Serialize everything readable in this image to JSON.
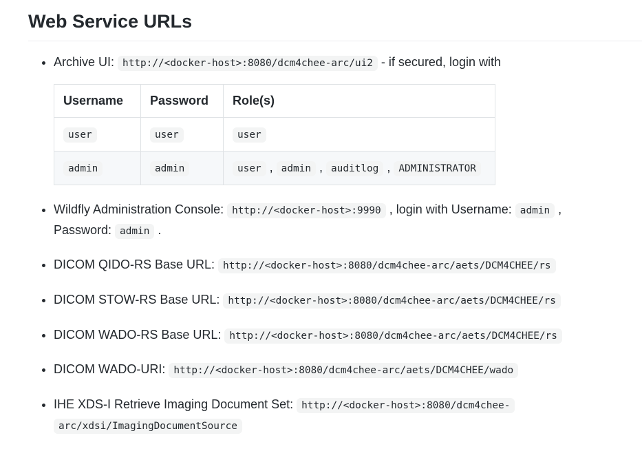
{
  "heading": {
    "text": "Web Service URLs"
  },
  "colors": {
    "text": "#24292e",
    "code_bg": "#f3f4f4",
    "table_border": "#dfe2e5",
    "row_stripe": "#f6f8fa",
    "heading_rule": "#eaecef"
  },
  "bullets": {
    "archive": {
      "label": "Archive UI: ",
      "code": "http://<docker-host>:8080/dcm4chee-arc/ui2",
      "suffix": " - if secured, login with"
    },
    "wildfly": {
      "label": "Wildfly Administration Console: ",
      "code": "http://<docker-host>:9990",
      "mid1": " , login with Username: ",
      "username_code": "admin",
      "mid2": " , Password: ",
      "password_code": "admin",
      "suffix": " ."
    },
    "qido": {
      "label": "DICOM QIDO-RS Base URL: ",
      "code": "http://<docker-host>:8080/dcm4chee-arc/aets/DCM4CHEE/rs"
    },
    "stow": {
      "label": "DICOM STOW-RS Base URL: ",
      "code": "http://<docker-host>:8080/dcm4chee-arc/aets/DCM4CHEE/rs"
    },
    "wado_rs": {
      "label": "DICOM WADO-RS Base URL: ",
      "code": "http://<docker-host>:8080/dcm4chee-arc/aets/DCM4CHEE/rs"
    },
    "wado_uri": {
      "label": "DICOM WADO-URI: ",
      "code": "http://<docker-host>:8080/dcm4chee-arc/aets/DCM4CHEE/wado"
    },
    "xdsi": {
      "label": "IHE XDS-I Retrieve Imaging Document Set: ",
      "code": "http://<docker-host>:8080/dcm4chee-arc/xdsi/ImagingDocumentSource"
    }
  },
  "table": {
    "headers": [
      "Username",
      "Password",
      "Role(s)"
    ],
    "role_separator": " , ",
    "rows": [
      {
        "username": "user",
        "password": "user",
        "roles": [
          "user"
        ]
      },
      {
        "username": "admin",
        "password": "admin",
        "roles": [
          "user",
          "admin",
          "auditlog",
          "ADMINISTRATOR"
        ]
      }
    ]
  }
}
